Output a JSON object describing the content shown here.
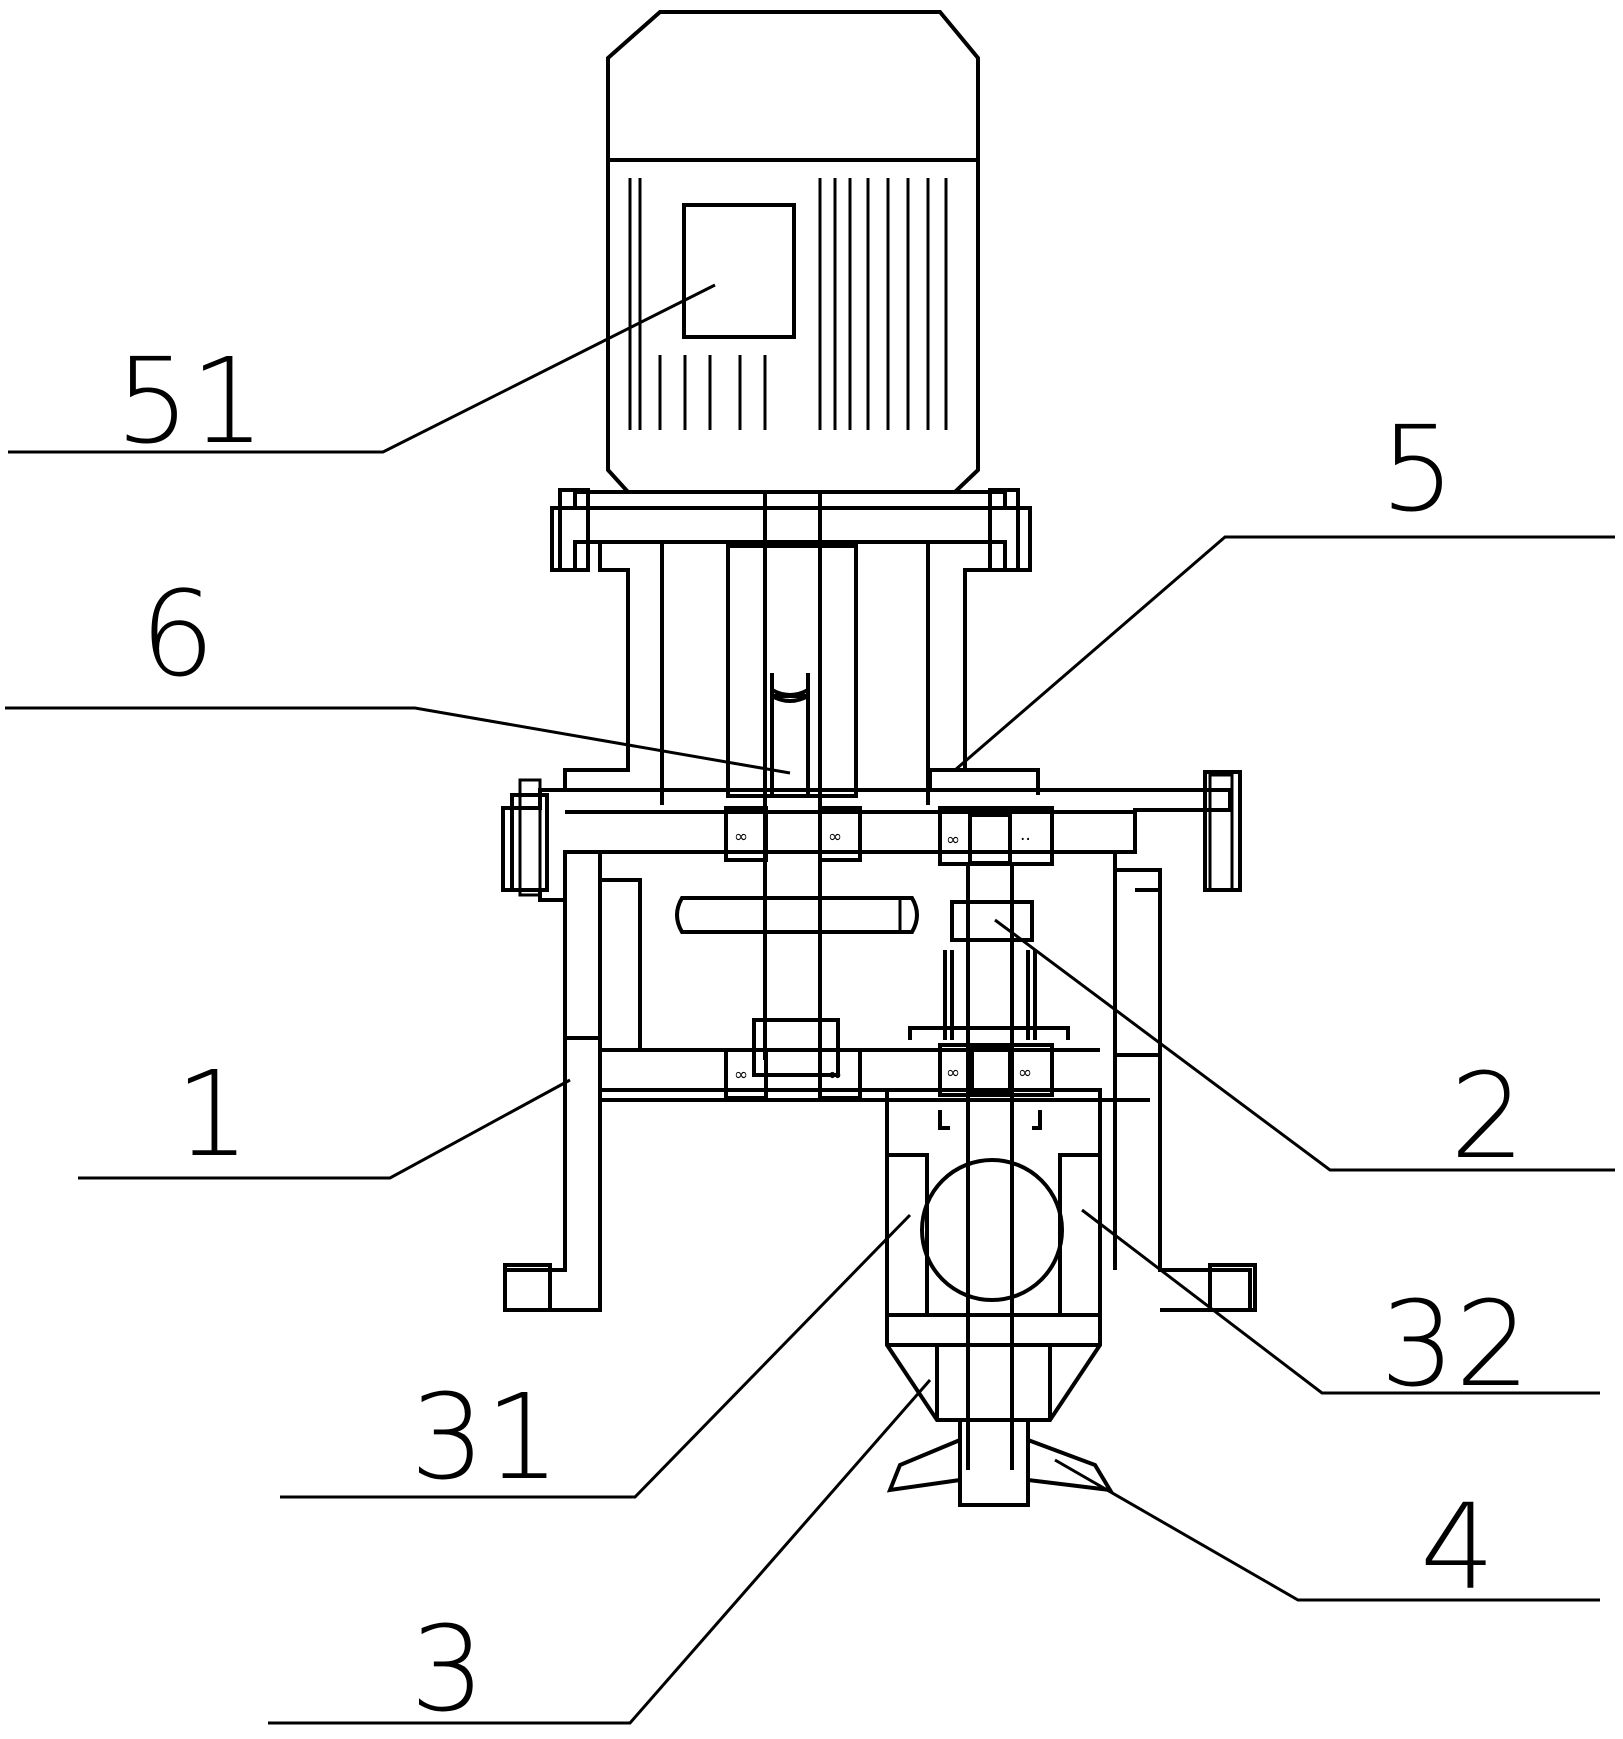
{
  "callouts": [
    {
      "id": "c51",
      "text": "51"
    },
    {
      "id": "c5",
      "text": "5"
    },
    {
      "id": "c6",
      "text": "6"
    },
    {
      "id": "c1",
      "text": "1"
    },
    {
      "id": "c2",
      "text": "2"
    },
    {
      "id": "c32",
      "text": "32"
    },
    {
      "id": "c31",
      "text": "31"
    },
    {
      "id": "c3",
      "text": "3"
    },
    {
      "id": "c4",
      "text": "4"
    }
  ]
}
